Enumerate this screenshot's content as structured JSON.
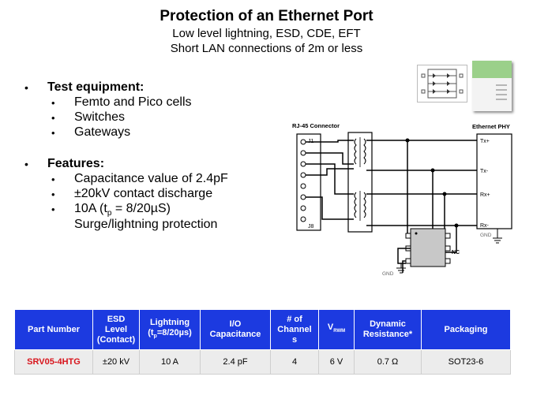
{
  "title": "Protection of an Ethernet Port",
  "subtitle_1": "Low level lightning, ESD, CDE, EFT",
  "subtitle_2": "Short LAN connections of 2m or less",
  "bullets": [
    {
      "heading": "Test equipment:",
      "items": [
        "Femto and Pico cells",
        "Switches",
        "Gateways"
      ]
    },
    {
      "heading": "Features:",
      "items": [
        "Capacitance value of 2.4pF",
        "±20kV contact discharge"
      ]
    }
  ],
  "surge_item": {
    "prefix": "10A (t",
    "sub": "p",
    "suffix": " = 8/20µS)",
    "line2": "Surge/lightning protection"
  },
  "bullet_glyph": "•",
  "diagram": {
    "connector_label": "RJ-45 Connector",
    "phy_label": "Ethernet PHY",
    "pin_first": "J1",
    "pin_last": "J8",
    "signals": [
      "Tx+",
      "Tx-",
      "Rx+",
      "Rx-"
    ],
    "gnd_right": "GND",
    "gnd_bottom": "GND",
    "nc_label": "NC"
  },
  "table": {
    "headers": [
      {
        "line1": "Part Number",
        "line2": ""
      },
      {
        "line1": "ESD",
        "line2": "Level",
        "line3": "(Contact)"
      },
      {
        "line1": "Lightning",
        "line2": "(t",
        "sub": "p",
        "line2b": "=8/20µs)"
      },
      {
        "line1": "I/O",
        "line2": "Capacitance"
      },
      {
        "line1": "# of",
        "line2": "Channel",
        "line3": "s"
      },
      {
        "line1": "V",
        "sub": "RWM"
      },
      {
        "line1": "Dynamic",
        "line2": "Resistance*"
      },
      {
        "line1": "Packaging"
      }
    ],
    "row": [
      "SRV05-4HTG",
      "±20 kV",
      "10 A",
      "2.4 pF",
      "4",
      "6 V",
      "0.7 Ω",
      "SOT23-6"
    ]
  },
  "colors": {
    "header_blue": "#1c3ae0",
    "part_red": "#d8141c",
    "row_gray": "#ececec"
  }
}
